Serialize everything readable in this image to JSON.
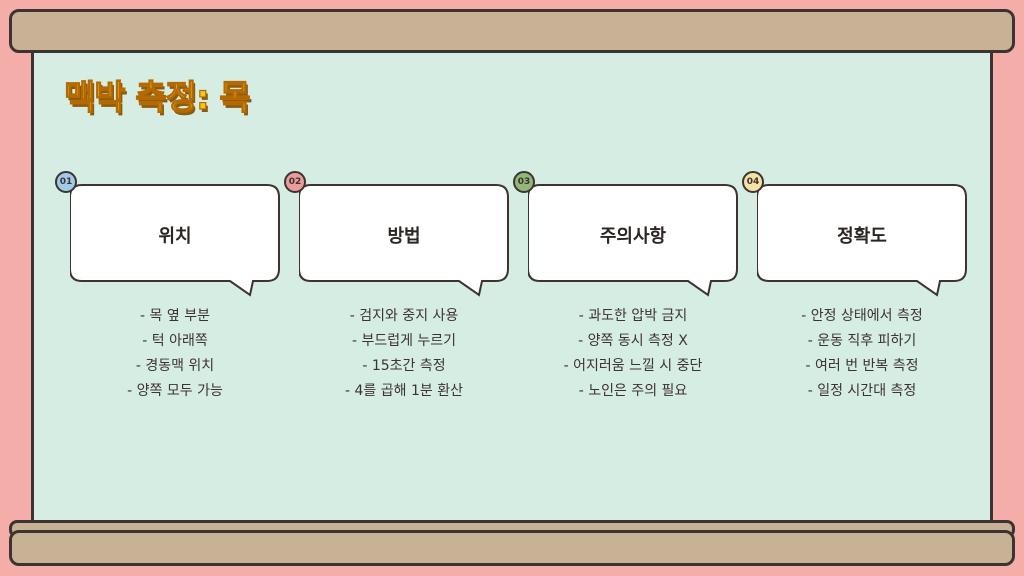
{
  "title": "맥박 측정: 목",
  "colors": {
    "background": "#f5adaa",
    "board": "#d5ede2",
    "roll": "#c7b295",
    "title": "#f7c21a",
    "outline": "#3d3330"
  },
  "cards": [
    {
      "number": "01",
      "badge_color": "#9fcbe8",
      "heading": "위치",
      "items": [
        "- 목 옆 부분",
        "- 턱 아래쪽",
        "- 경동맥 위치",
        "- 양쪽 모두 가능"
      ]
    },
    {
      "number": "02",
      "badge_color": "#eb9b9a",
      "heading": "방법",
      "items": [
        "- 검지와 중지 사용",
        "- 부드럽게 누르기",
        "- 15초간 측정",
        "- 4를 곱해 1분 환산"
      ]
    },
    {
      "number": "03",
      "badge_color": "#8fb87a",
      "heading": "주의사항",
      "items": [
        "- 과도한 압박 금지",
        "- 양쪽 동시 측정 X",
        "- 어지러움 느낄 시 중단",
        "- 노인은 주의 필요"
      ]
    },
    {
      "number": "04",
      "badge_color": "#f5e0a8",
      "heading": "정확도",
      "items": [
        "- 안정 상태에서 측정",
        "- 운동 직후 피하기",
        "- 여러 번 반복 측정",
        "- 일정 시간대 측정"
      ]
    }
  ]
}
